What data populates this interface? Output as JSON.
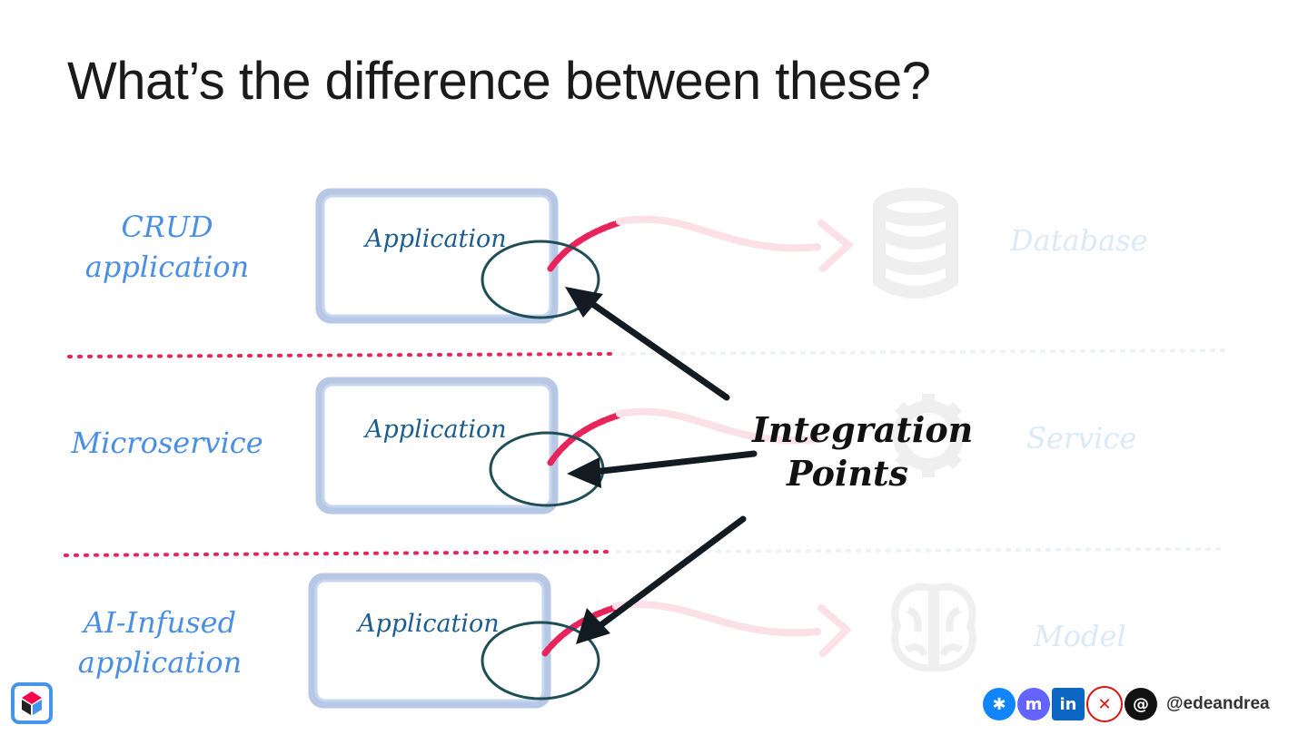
{
  "title": "What’s the difference between these?",
  "rows": [
    {
      "label_line1": "CRUD",
      "label_line2": "application",
      "app_label": "Application",
      "target": "Database",
      "target_icon": "database-icon"
    },
    {
      "label_line1": "Microservice",
      "label_line2": "",
      "app_label": "Application",
      "target": "Service",
      "target_icon": "gear-icon"
    },
    {
      "label_line1": "AI-Infused",
      "label_line2": "application",
      "app_label": "Application",
      "target": "Model",
      "target_icon": "brain-icon"
    }
  ],
  "integration_points": {
    "line1": "Integration",
    "line2": "Points"
  },
  "footer": {
    "handle": "@edeandrea",
    "social_icons": [
      "bluesky-icon",
      "mastodon-icon",
      "linkedin-icon",
      "x-icon",
      "threads-icon"
    ]
  },
  "colors": {
    "title": "#1a1a1a",
    "row_label": "#4a8fe3",
    "app_label": "#1c5c8f",
    "accent_red": "#e8245c",
    "box_blue": "#9db6dd",
    "faded": "#dce9f7"
  }
}
